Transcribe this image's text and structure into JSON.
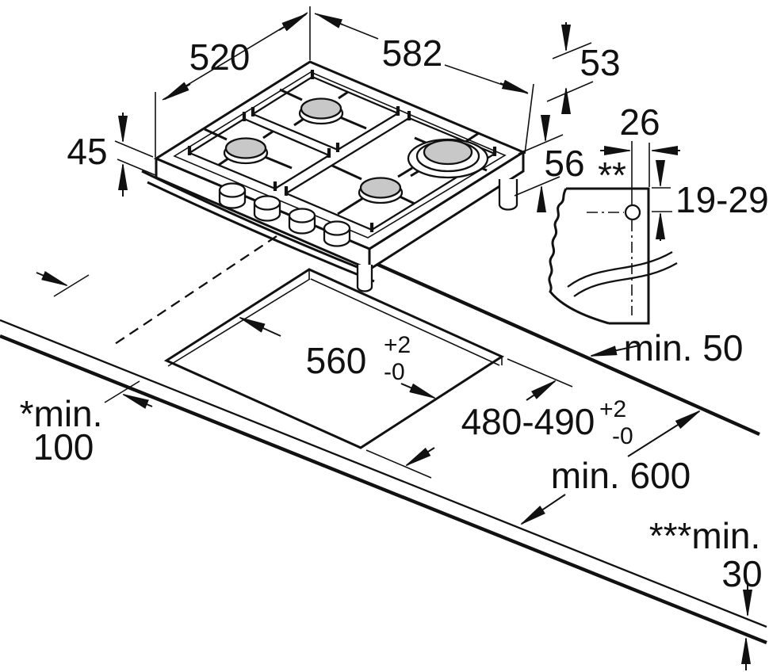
{
  "hob": {
    "depth": "520",
    "width": "582",
    "below_height": "53",
    "front_height": "45",
    "total_height": "56"
  },
  "mounting": {
    "bracket_offset": "26",
    "bracket_note": "**",
    "bracket_range": "19-29"
  },
  "cutout": {
    "width": "560",
    "width_tol_up": "+2",
    "width_tol_down": "-0",
    "depth": "480-490",
    "depth_tol_up": "+2",
    "depth_tol_down": "-0"
  },
  "clearances": {
    "rear": "min. 50",
    "side_label": "*min.",
    "side_value": "100",
    "work_depth": "min. 600",
    "thickness_label": "***min.",
    "thickness_value": "30"
  }
}
